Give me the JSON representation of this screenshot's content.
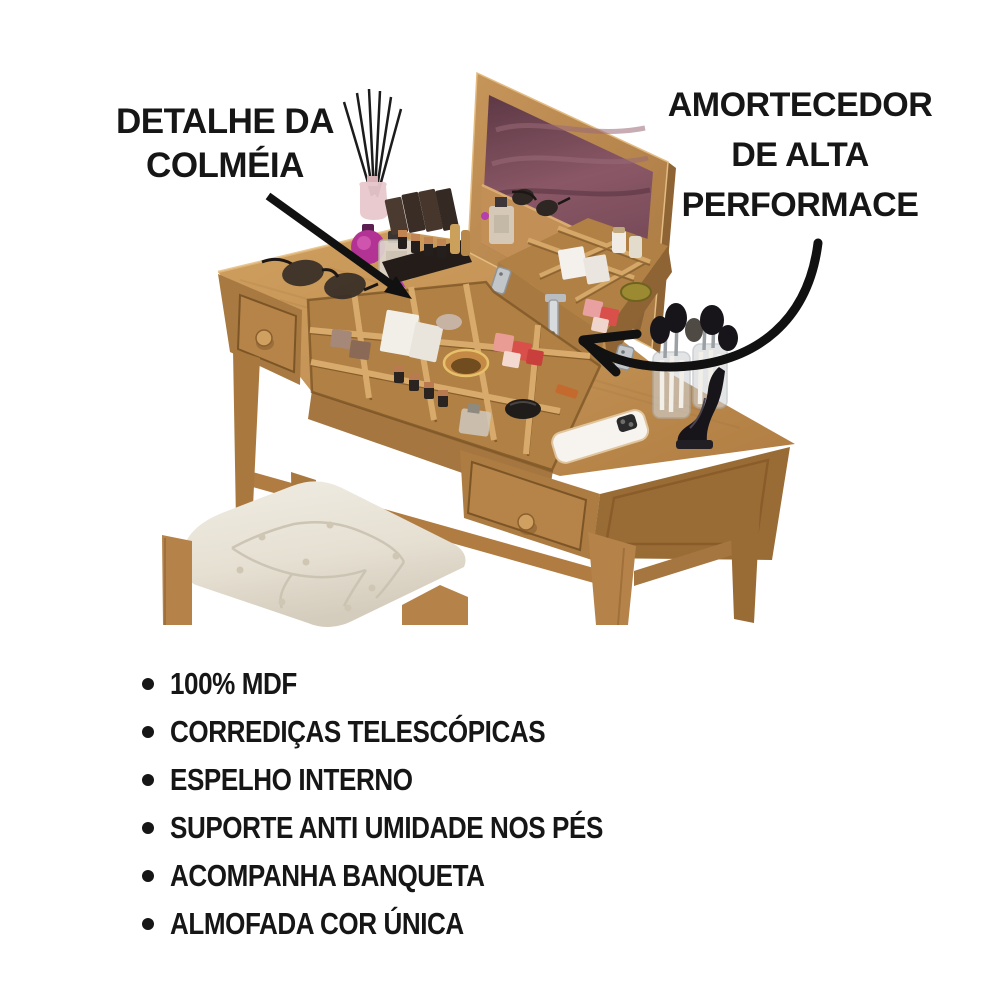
{
  "callouts": {
    "colmeia": {
      "lines": [
        "DETALHE DA",
        "COLMÉIA"
      ]
    },
    "amortecedor": {
      "lines": [
        "AMORTECEDOR",
        "DE ALTA",
        "PERFORMACE"
      ]
    }
  },
  "features": [
    "100% MDF",
    "CORREDIÇAS TELESCÓPICAS",
    "ESPELHO INTERNO",
    "SUPORTE ANTI UMIDADE NOS PÉS",
    "ACOMPANHA BANQUETA",
    "ALMOFADA COR ÚNICA"
  ],
  "colors": {
    "background": "#ffffff",
    "text": "#161616",
    "arrow": "#111111",
    "wood_light": "#cf9f5f",
    "wood_mid": "#b5834a",
    "wood_dark": "#96672f",
    "mirror_fabric": "#7b4c59",
    "cushion": "#eae5da",
    "metal": "#c6c9cc"
  }
}
